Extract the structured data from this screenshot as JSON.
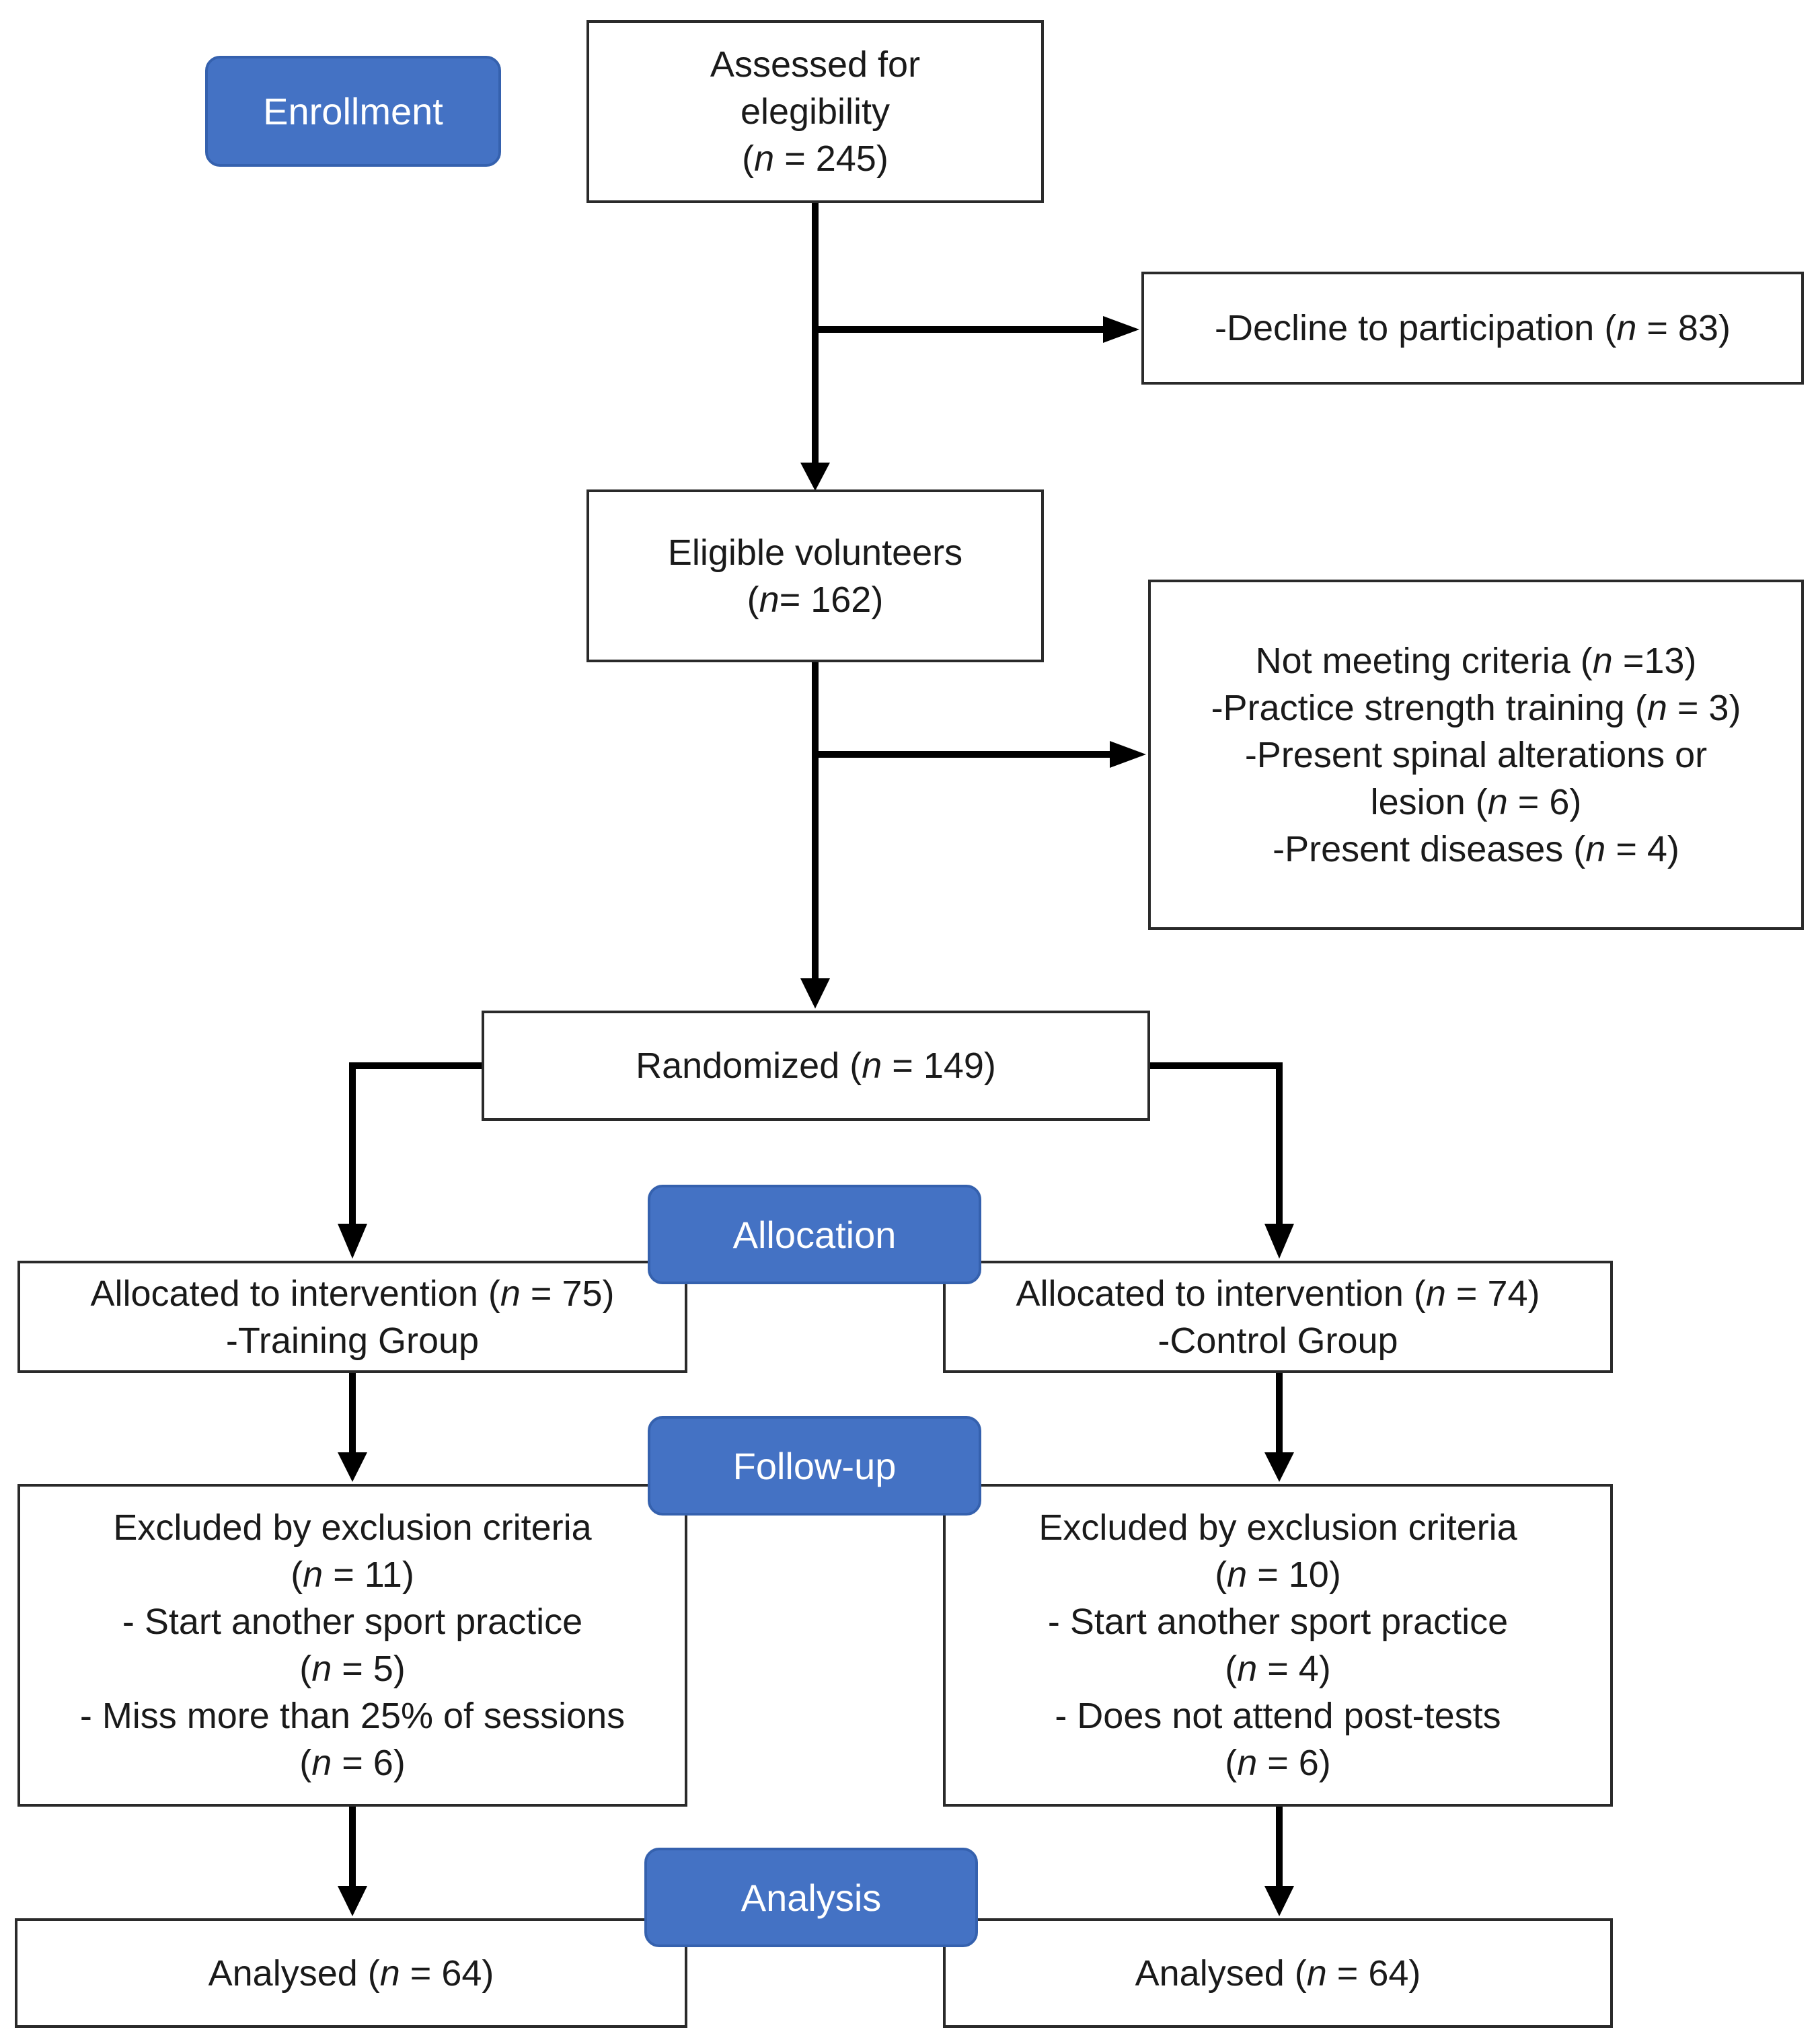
{
  "stages": {
    "enrollment": "Enrollment",
    "allocation": "Allocation",
    "follow_up": "Follow-up",
    "analysis": "Analysis"
  },
  "boxes": {
    "assessed": [
      {
        "parts": [
          {
            "t": "Assessed for"
          }
        ]
      },
      {
        "parts": [
          {
            "t": "elegibility"
          }
        ]
      },
      {
        "parts": [
          {
            "t": "("
          },
          {
            "t": "n",
            "i": true
          },
          {
            "t": " = 245)"
          }
        ]
      }
    ],
    "declined": [
      {
        "parts": [
          {
            "t": "-Decline to participation ("
          },
          {
            "t": "n",
            "i": true
          },
          {
            "t": " = 83)"
          }
        ]
      }
    ],
    "eligible": [
      {
        "parts": [
          {
            "t": "Eligible volunteers"
          }
        ]
      },
      {
        "parts": [
          {
            "t": "("
          },
          {
            "t": "n",
            "i": true
          },
          {
            "t": "= 162)"
          }
        ]
      }
    ],
    "not_meeting": [
      {
        "parts": [
          {
            "t": "Not meeting criteria ("
          },
          {
            "t": "n",
            "i": true
          },
          {
            "t": " =13)"
          }
        ]
      },
      {
        "parts": [
          {
            "t": "-Practice strength training ("
          },
          {
            "t": "n",
            "i": true
          },
          {
            "t": " = 3)"
          }
        ]
      },
      {
        "parts": [
          {
            "t": "-Present spinal alterations or"
          }
        ]
      },
      {
        "parts": [
          {
            "t": "lesion ("
          },
          {
            "t": "n",
            "i": true
          },
          {
            "t": " = 6)"
          }
        ]
      },
      {
        "parts": [
          {
            "t": "-Present diseases ("
          },
          {
            "t": "n",
            "i": true
          },
          {
            "t": " = 4)"
          }
        ]
      }
    ],
    "randomized": [
      {
        "parts": [
          {
            "t": "Randomized ("
          },
          {
            "t": "n",
            "i": true
          },
          {
            "t": " = 149)"
          }
        ]
      }
    ],
    "alloc_training": [
      {
        "parts": [
          {
            "t": "Allocated to intervention ("
          },
          {
            "t": "n",
            "i": true
          },
          {
            "t": " = 75)"
          }
        ]
      },
      {
        "parts": [
          {
            "t": "-Training Group"
          }
        ]
      }
    ],
    "alloc_control": [
      {
        "parts": [
          {
            "t": "Allocated to intervention ("
          },
          {
            "t": "n",
            "i": true
          },
          {
            "t": " = 74)"
          }
        ]
      },
      {
        "parts": [
          {
            "t": "-Control Group"
          }
        ]
      }
    ],
    "excluded_training": [
      {
        "parts": [
          {
            "t": "Excluded by exclusion criteria"
          }
        ]
      },
      {
        "parts": [
          {
            "t": "("
          },
          {
            "t": "n",
            "i": true
          },
          {
            "t": " = 11)"
          }
        ]
      },
      {
        "parts": [
          {
            "t": "- Start another sport practice"
          }
        ]
      },
      {
        "parts": [
          {
            "t": "("
          },
          {
            "t": "n",
            "i": true
          },
          {
            "t": " = 5)"
          }
        ]
      },
      {
        "parts": [
          {
            "t": "- Miss more than 25% of sessions"
          }
        ]
      },
      {
        "parts": [
          {
            "t": "("
          },
          {
            "t": "n",
            "i": true
          },
          {
            "t": " = 6)"
          }
        ]
      }
    ],
    "excluded_control": [
      {
        "parts": [
          {
            "t": "Excluded by exclusion criteria"
          }
        ]
      },
      {
        "parts": [
          {
            "t": "("
          },
          {
            "t": "n",
            "i": true
          },
          {
            "t": " = 10)"
          }
        ]
      },
      {
        "parts": [
          {
            "t": "- Start another sport practice"
          }
        ]
      },
      {
        "parts": [
          {
            "t": "("
          },
          {
            "t": "n",
            "i": true
          },
          {
            "t": " = 4)"
          }
        ]
      },
      {
        "parts": [
          {
            "t": "- Does not attend post-tests"
          }
        ]
      },
      {
        "parts": [
          {
            "t": "("
          },
          {
            "t": "n",
            "i": true
          },
          {
            "t": " = 6)"
          }
        ]
      }
    ],
    "analysed_training": [
      {
        "parts": [
          {
            "t": "Analysed ("
          },
          {
            "t": "n",
            "i": true
          },
          {
            "t": " = 64)"
          }
        ]
      }
    ],
    "analysed_control": [
      {
        "parts": [
          {
            "t": "Analysed ("
          },
          {
            "t": "n",
            "i": true
          },
          {
            "t": " = 64)"
          }
        ]
      }
    ]
  },
  "colors": {
    "stage_fill": "#4472c4",
    "stage_border": "#3561ae",
    "stage_text": "#ffffff",
    "box_border": "#2a2a2a",
    "connector": "#000000"
  }
}
